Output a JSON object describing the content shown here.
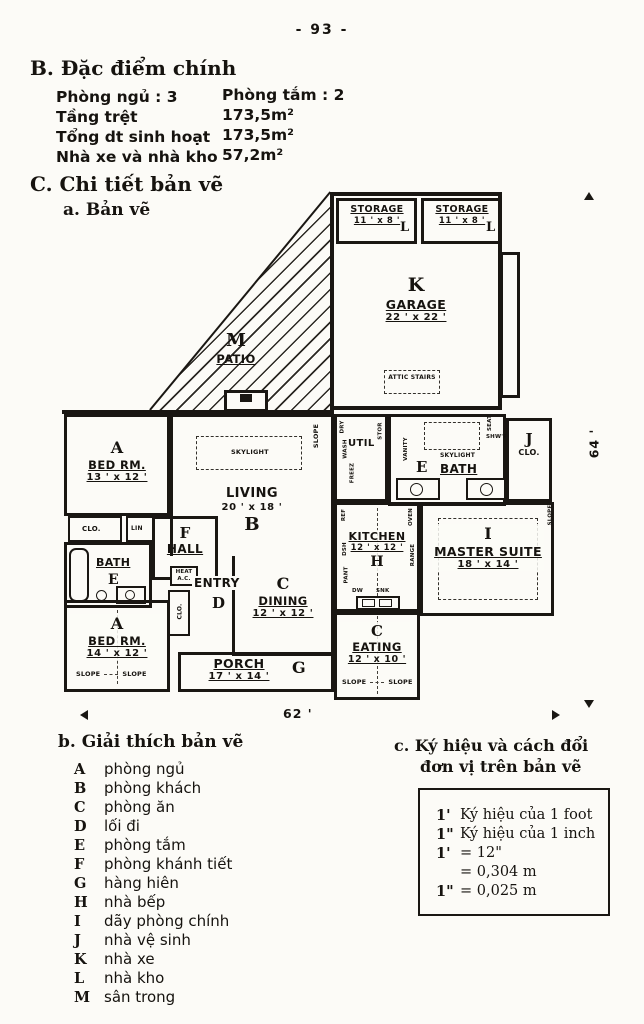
{
  "page_number": "- 93 -",
  "section_b": {
    "heading": "B. Đặc điểm chính",
    "bedrooms": "Phòng ngủ : 3",
    "baths": "Phòng tắm : 2",
    "rows": [
      {
        "label": "Tầng trệt",
        "value": "173,5m²"
      },
      {
        "label": "Tổng dt sinh hoạt",
        "value": "173,5m²"
      },
      {
        "label": "Nhà xe và nhà kho",
        "value": "57,2m²"
      }
    ]
  },
  "section_c": {
    "heading": "C. Chi tiết bản vẽ",
    "sub": "a. Bản vẽ"
  },
  "plan": {
    "storage_left": {
      "name": "STORAGE",
      "size": "11 ' x 8 '",
      "letter": "L"
    },
    "storage_right": {
      "name": "STORAGE",
      "size": "11 ' x 8 '",
      "letter": "L"
    },
    "garage": {
      "letter": "K",
      "name": "GARAGE",
      "size": "22 ' x 22 '"
    },
    "attic": "ATTIC STAIRS",
    "patio": {
      "letter": "M",
      "name": "PATIO"
    },
    "bed1": {
      "letter": "A",
      "name": "BED RM.",
      "size": "13 ' x 12 '"
    },
    "bed2": {
      "letter": "A",
      "name": "BED RM.",
      "size": "14 ' x 12 '"
    },
    "living": {
      "name": "LIVING",
      "size": "20 ' x 18 '",
      "letter": "B"
    },
    "dining": {
      "letter": "C",
      "name": "DINING",
      "size": "12 ' x 12 '"
    },
    "kitchen": {
      "name": "KITCHEN",
      "size": "12 ' x 12 '",
      "letter": "H"
    },
    "eating": {
      "letter": "C",
      "name": "EATING",
      "size": "12 ' x 10 '"
    },
    "master": {
      "letter": "I",
      "name": "MASTER SUITE",
      "size": "18 ' x 14 '"
    },
    "bath_left": {
      "name": "BATH",
      "letter": "E"
    },
    "bath_right": {
      "letter": "E",
      "name": "BATH"
    },
    "hall": {
      "letter": "F",
      "name": "HALL"
    },
    "entry": {
      "name": "ENTRY",
      "letter": "D"
    },
    "porch": {
      "name": "PORCH",
      "size": "17 ' x 14 '",
      "letter": "G"
    },
    "util": "UTIL",
    "jclo": {
      "letter": "J",
      "name": "CLO."
    },
    "tags": {
      "skylight": "SKYLIGHT",
      "slope": "SLOPE",
      "clo": "CLO.",
      "lin": "LIN",
      "wash": "WASH",
      "dry": "DRY",
      "freez": "FREEZ",
      "stor": "STOR",
      "vanity": "VANITY",
      "shwr": "SHW'R",
      "seat": "SEAT",
      "ref": "REF",
      "dsh": "DSH",
      "pant": "PANT",
      "oven": "OVEN",
      "range": "RANGE",
      "dw": "DW",
      "snk": "SNK",
      "heat": "HEAT A.C."
    },
    "dim_width": "62 '",
    "dim_height": "64 '"
  },
  "legend": {
    "heading": "b. Giải thích bản vẽ",
    "items": [
      {
        "key": "A",
        "label": "phòng ngủ"
      },
      {
        "key": "B",
        "label": "phòng khách"
      },
      {
        "key": "C",
        "label": "phòng ăn"
      },
      {
        "key": "D",
        "label": "lối đi"
      },
      {
        "key": "E",
        "label": "phòng tắm"
      },
      {
        "key": "F",
        "label": "phòng khánh tiết"
      },
      {
        "key": "G",
        "label": "hàng hiên"
      },
      {
        "key": "H",
        "label": "nhà bếp"
      },
      {
        "key": "I",
        "label": "dãy phòng chính"
      },
      {
        "key": "J",
        "label": "nhà vệ sinh"
      },
      {
        "key": "K",
        "label": "nhà xe"
      },
      {
        "key": "L",
        "label": "nhà kho"
      },
      {
        "key": "M",
        "label": "sân trong"
      }
    ]
  },
  "units": {
    "heading1": "c. Ký hiệu và cách đổi",
    "heading2": "đơn vị trên bản vẽ",
    "lines": [
      {
        "sym": "1'",
        "text": "Ký hiệu của 1 foot"
      },
      {
        "sym": "1\"",
        "text": "Ký hiệu của 1 inch"
      },
      {
        "sym": "1'",
        "text": "= 12\""
      },
      {
        "sym": "",
        "text": "= 0,304 m"
      },
      {
        "sym": "1\"",
        "text": "= 0,025 m"
      }
    ]
  }
}
